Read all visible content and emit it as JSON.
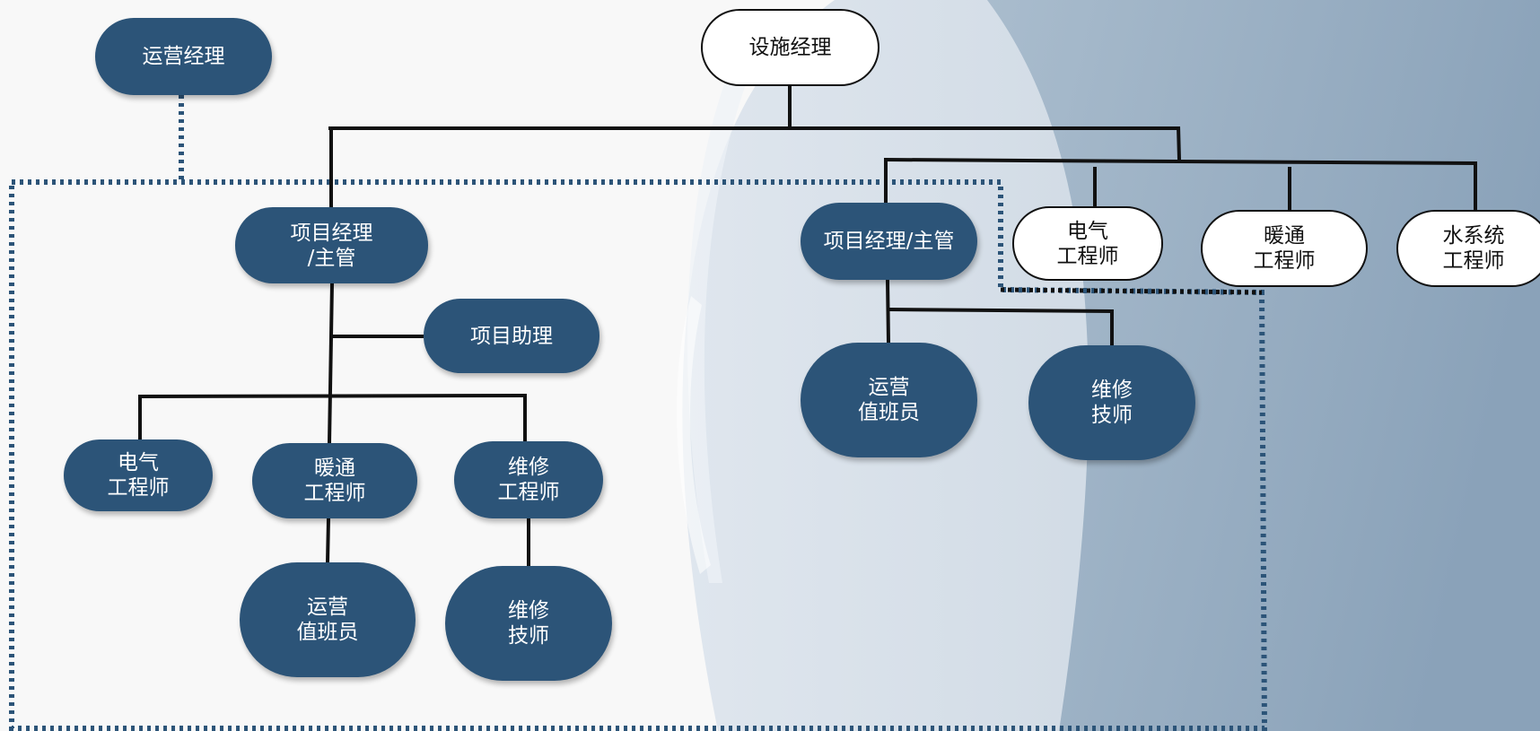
{
  "diagram": {
    "colors": {
      "fill": "#2c5478",
      "fill_text": "#ffffff",
      "outline_border": "#111111",
      "dotted": "#2c5478"
    },
    "nodes": {
      "ops_manager": {
        "lines": [
          "运营经理"
        ]
      },
      "facility_manager": {
        "lines": [
          "设施经理"
        ]
      },
      "left_pm": {
        "lines": [
          "项目经理",
          "/主管"
        ]
      },
      "left_assistant": {
        "lines": [
          "项目助理"
        ]
      },
      "left_electrical": {
        "lines": [
          "电气",
          "工程师"
        ]
      },
      "left_hvac": {
        "lines": [
          "暖通",
          "工程师"
        ]
      },
      "left_maint_eng": {
        "lines": [
          "维修",
          "工程师"
        ]
      },
      "left_duty": {
        "lines": [
          "运营",
          "值班员"
        ]
      },
      "left_tech": {
        "lines": [
          "维修",
          "技师"
        ]
      },
      "right_pm": {
        "lines": [
          "项目经理/主管"
        ]
      },
      "right_electrical": {
        "lines": [
          "电气",
          "工程师"
        ]
      },
      "right_hvac": {
        "lines": [
          "暖通",
          "工程师"
        ]
      },
      "right_water": {
        "lines": [
          "水系统",
          "工程师"
        ]
      },
      "right_duty": {
        "lines": [
          "运营",
          "值班员"
        ]
      },
      "right_tech": {
        "lines": [
          "维修",
          "技师"
        ]
      }
    }
  }
}
